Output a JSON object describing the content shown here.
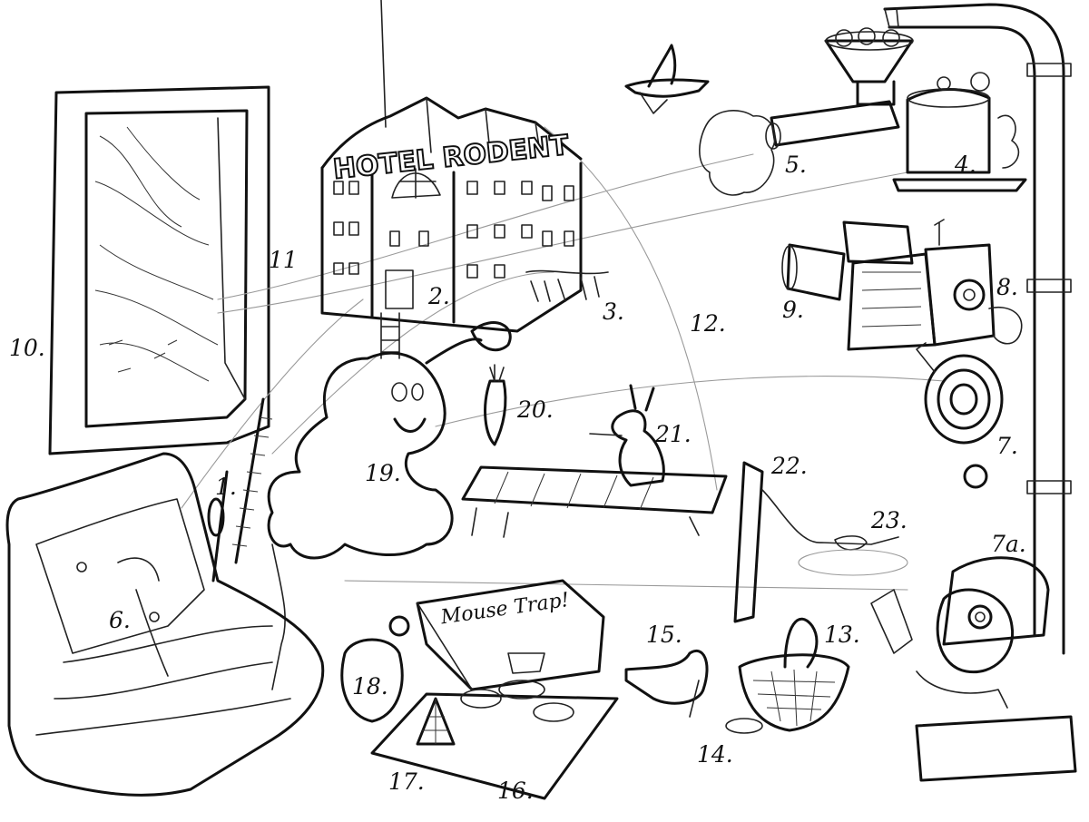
{
  "sign": {
    "hotel_name": "HOTEL RODENT"
  },
  "trap_box": {
    "label": "Mouse Trap!"
  },
  "labels": {
    "n1": "1.",
    "n2": "2.",
    "n3": "3.",
    "n4": "4.",
    "n5": "5.",
    "n6": "6.",
    "n7": "7.",
    "n7a": "7a.",
    "n8": "8.",
    "n9": "9.",
    "n10": "10.",
    "n11": "11",
    "n12": "12.",
    "n13": "13.",
    "n14": "14.",
    "n15": "15.",
    "n16": "16.",
    "n17": "17.",
    "n18": "18.",
    "n19": "19.",
    "n20": "20.",
    "n21": "21.",
    "n22": "22.",
    "n23": "23."
  }
}
